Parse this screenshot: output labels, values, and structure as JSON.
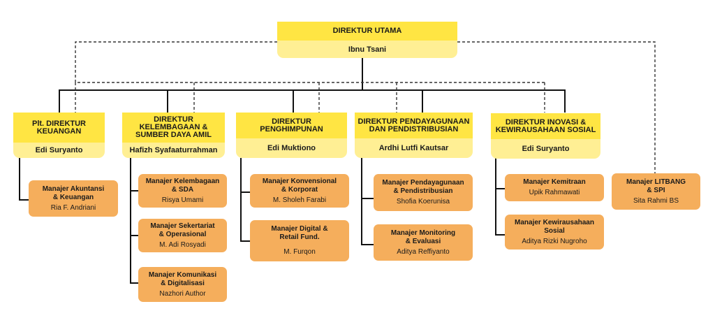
{
  "colors": {
    "director_title": "#FFE543",
    "director_name": "#FFEF94",
    "manager": "#F5AE5C",
    "line": "#111111"
  },
  "top": {
    "title": "DIREKTUR UTAMA",
    "name": "Ibnu Tsani"
  },
  "directors": [
    {
      "title": "Plt. DIREKTUR\nKEUANGAN",
      "name": "Edi Suryanto"
    },
    {
      "title": "DIREKTUR\nKELEMBAGAAN &\nSUMBER DAYA AMIL",
      "name": "Hafizh Syafaaturrahman"
    },
    {
      "title": "DIREKTUR\nPENGHIMPUNAN",
      "name": "Edi Muktiono"
    },
    {
      "title": "DIREKTUR PENDAYAGUNAAN\nDAN PENDISTRIBUSIAN",
      "name": "Ardhi Lutfi Kautsar"
    },
    {
      "title": "DIREKTUR INOVASI &\nKEWIRAUSAHAAN SOSIAL",
      "name": "Edi Suryanto"
    }
  ],
  "managers": [
    {
      "title": "Manajer Akuntansi\n& Keuangan",
      "name": "Ria F. Andriani"
    },
    {
      "title": "Manajer Kelembagaan\n& SDA",
      "name": "Risya Umami"
    },
    {
      "title": "Manajer Sekertariat\n& Operasional",
      "name": "M. Adi Rosyadi"
    },
    {
      "title": "Manajer Komunikasi\n& Digitalisasi",
      "name": "Nazhori Author"
    },
    {
      "title": "Manajer Konvensional\n& Korporat",
      "name": "M. Sholeh Farabi"
    },
    {
      "title": "Manajer Digital &\nRetail Fund.",
      "name": "M. Furqon"
    },
    {
      "title": "Manajer Pendayagunaan\n& Pendistribusian",
      "name": "Shofia Koerunisa"
    },
    {
      "title": "Manajer Monitoring\n& Evaluasi",
      "name": "Aditya Reffiyanto"
    },
    {
      "title": "Manajer Kemitraan",
      "name": "Upik Rahmawati"
    },
    {
      "title": "Manajer Kewirausahaan\nSosial",
      "name": "Aditya Rizki Nugroho"
    },
    {
      "title": "Manajer LITBANG\n& SPI",
      "name": "Sita Rahmi BS"
    }
  ]
}
